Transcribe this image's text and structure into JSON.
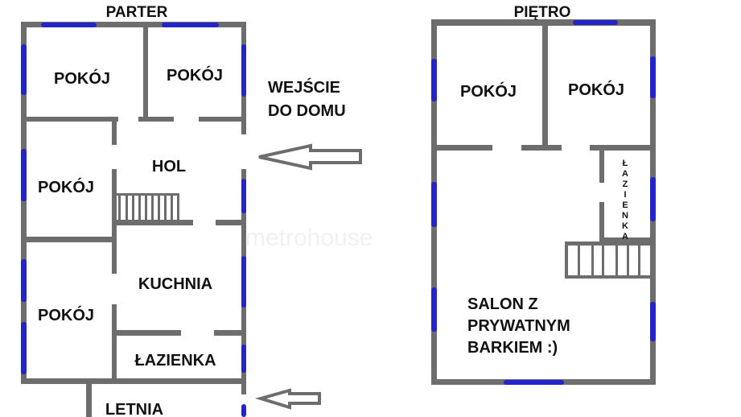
{
  "colors": {
    "wall": "#6d6d6d",
    "window": "#2424c8",
    "text": "#111111"
  },
  "watermark": "metrohouse",
  "ground_floor": {
    "title": "PARTER",
    "rooms": [
      "POKÓJ",
      "POKÓJ",
      "POKÓJ",
      "HOL",
      "POKÓJ",
      "KUCHNIA",
      "ŁAZIENKA",
      "LETNIA"
    ],
    "entrance_label": [
      "WEJŚCIE",
      "DO DOMU"
    ]
  },
  "upper_floor": {
    "title": "PIĘTRO",
    "rooms": [
      "POKÓJ",
      "POKÓJ",
      "ŁAZIENKA"
    ],
    "salon_lines": [
      "SALON Z",
      "PRYWATNYM",
      "BARKIEM :)"
    ]
  }
}
